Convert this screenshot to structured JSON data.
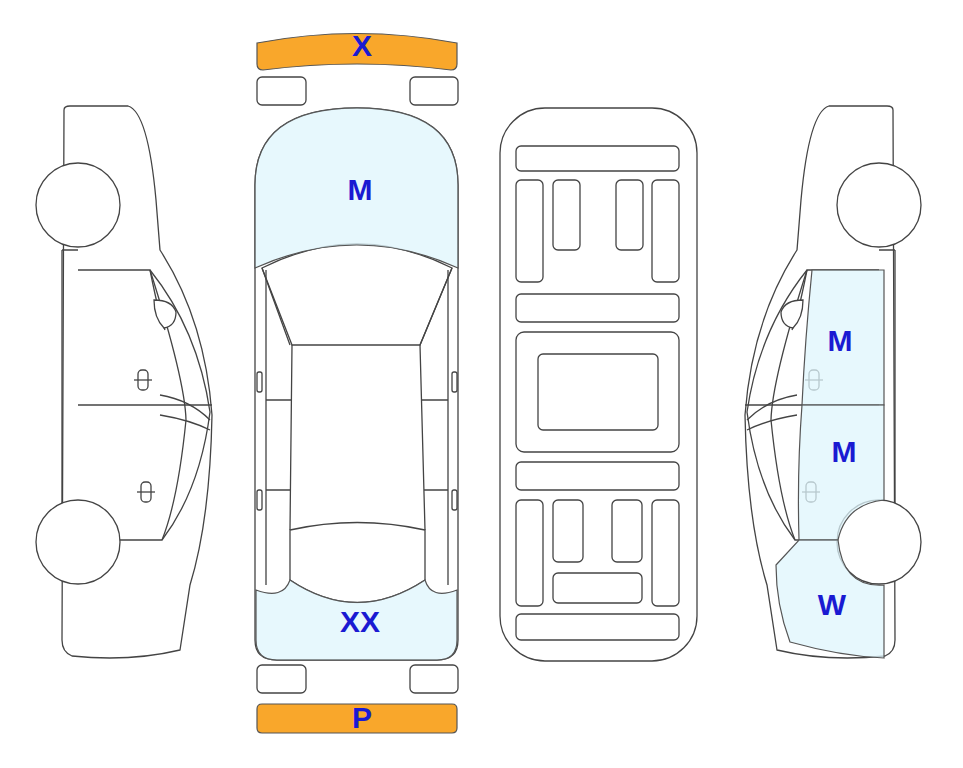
{
  "diagram": {
    "nodes": [
      {
        "text": [
          "X"
        ]
      },
      {
        "text": [
          "M"
        ]
      },
      {
        "text": [
          "M"
        ]
      },
      {
        "text": [
          "M"
        ]
      },
      {
        "text": [
          "W"
        ]
      },
      {
        "text": [
          "XX"
        ]
      },
      {
        "text": [
          "P"
        ]
      }
    ]
  }
}
